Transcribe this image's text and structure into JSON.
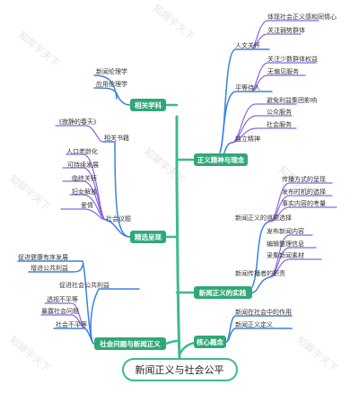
{
  "root": "新闻正义与社会公平",
  "watermark": "知犀宇天下",
  "colors": {
    "trunk": "#3dbb8a",
    "branch_fill": "#2fa878",
    "blue": "#3b82e0",
    "purple": "#8a67e0",
    "green_light": "#45c08f"
  },
  "branches": {
    "xiangguan_xueke": {
      "label": "相关学科",
      "items": [
        "新闻伦理学",
        "应用伦理学"
      ]
    },
    "jingxuan_zhanxian": {
      "label": "精选呈现",
      "xiangguan_shuji": "相关书籍",
      "book": "《寂静的春天》",
      "shehui_yiti": "社会议题",
      "topics": [
        "人口老龄化",
        "可持续发展",
        "临终关怀",
        "妇女解放",
        "爱情"
      ]
    },
    "shehui_wenti": {
      "label": "社会问题与新闻正义",
      "items": [
        "促进健康有序发展",
        "增进公共利益",
        "促进社会公共利益",
        "透视不平等",
        "暴露社会问题",
        "社会不平等"
      ]
    },
    "zhengyi_jingshen": {
      "label": "正义精神与理念",
      "renwen": "人文关怀",
      "renwen_items": [
        "体现社会正义感和同情心",
        "关注弱势群体"
      ],
      "pingdeng": "平等待人",
      "pingdeng_items": [
        "关注少数群体权益",
        "无偏见服务"
      ],
      "duli": "独立精神",
      "duli_items": [
        "避免利益集团影响",
        "公众服务",
        "社会服务"
      ]
    },
    "xinwen_shijian": {
      "label": "新闻正义的实践",
      "daode": "新闻正义的道德选择",
      "daode_items": [
        "传播方式的呈现",
        "发布时机的选择",
        "事实内容的考量"
      ],
      "zhize": "新闻传播者的职责",
      "zhize_items": [
        "发布新闻内容",
        "编辑整理信息",
        "采集新闻素材"
      ]
    },
    "hexin_gainian": {
      "label": "核心概念",
      "items": [
        "新闻在社会中的作用",
        "新闻正义定义"
      ]
    }
  }
}
